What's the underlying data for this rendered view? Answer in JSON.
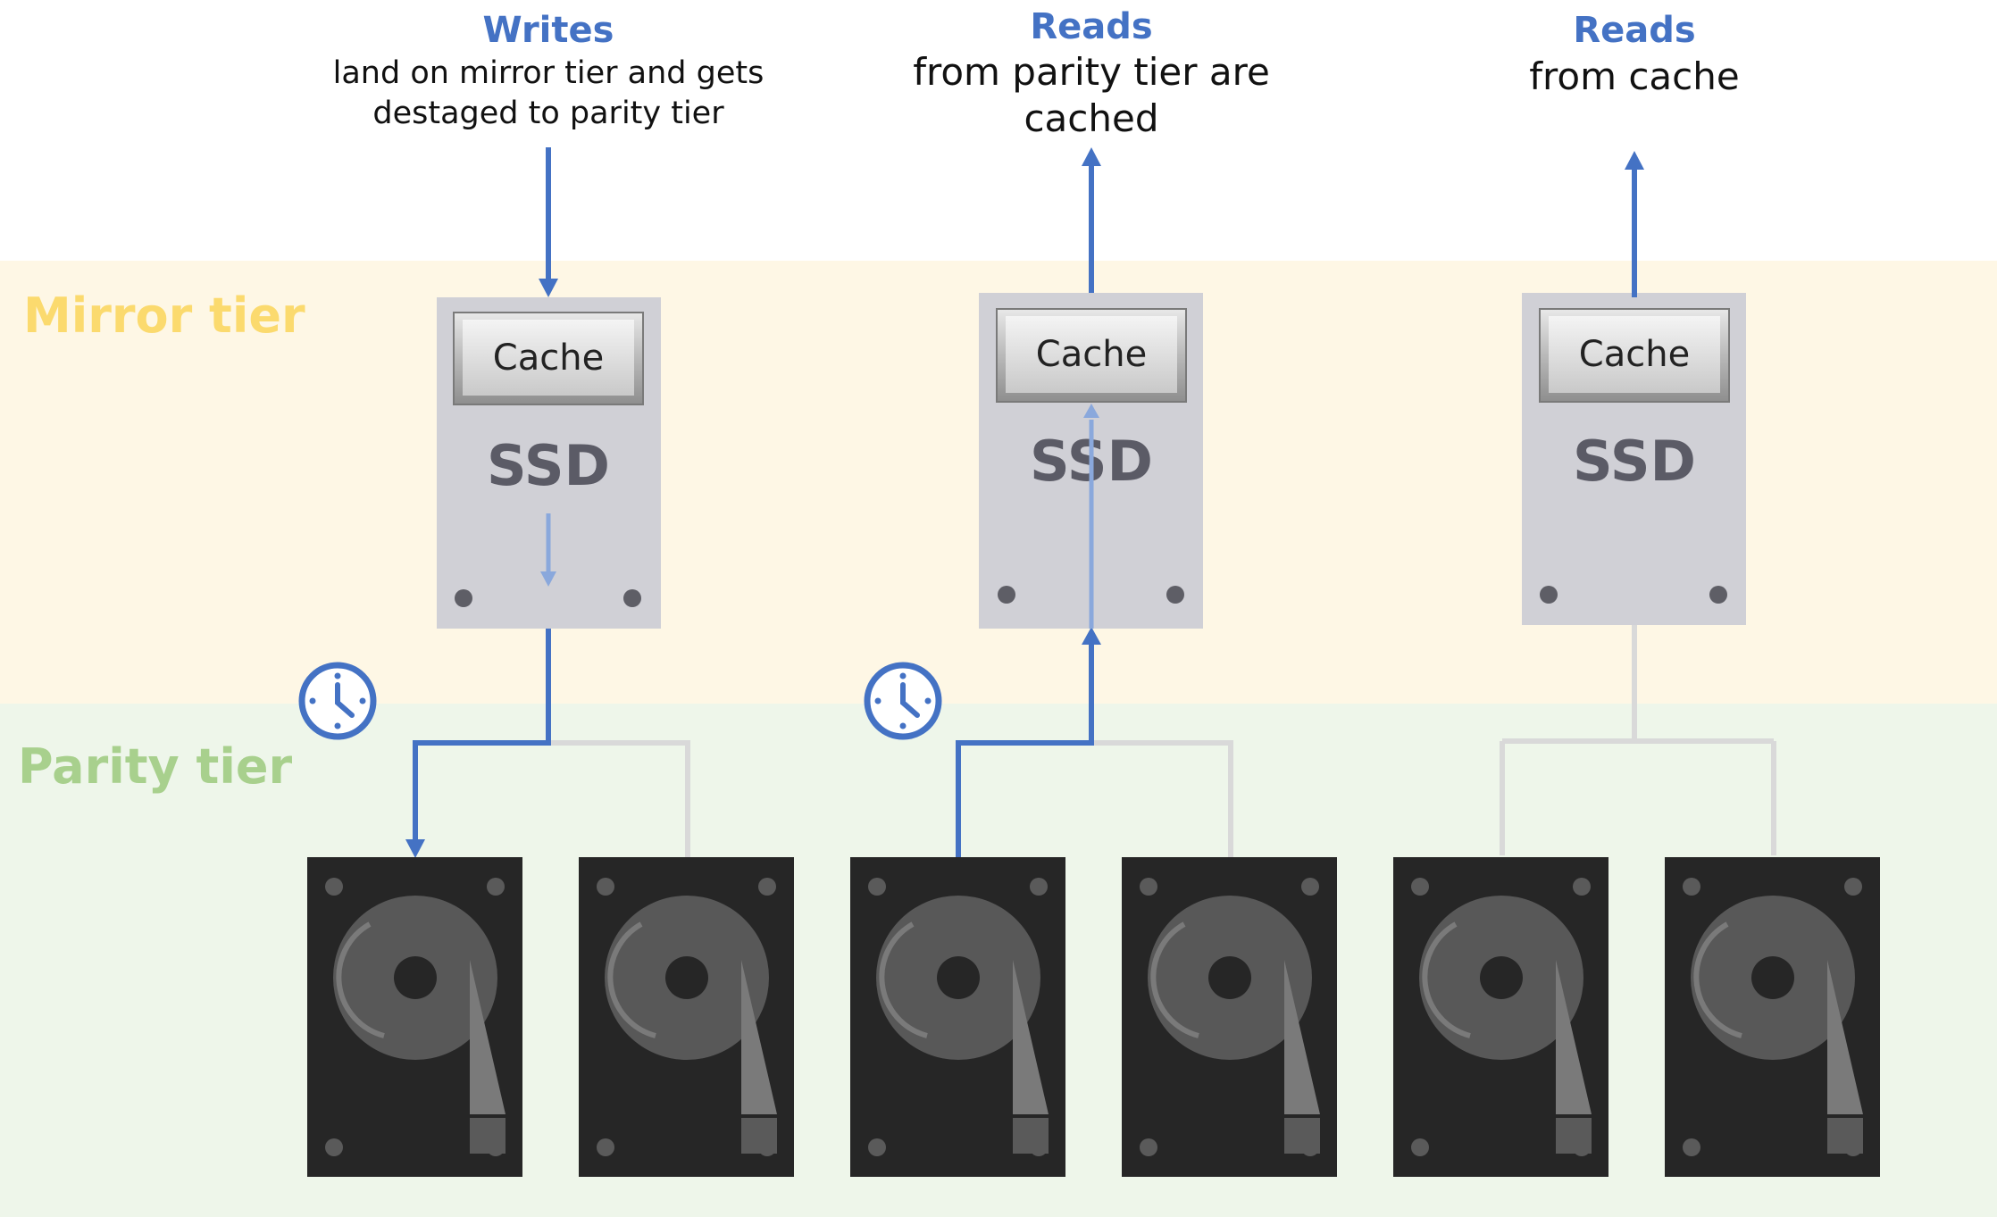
{
  "tiers": {
    "mirror_label": "Mirror tier",
    "parity_label": "Parity tier"
  },
  "columns": [
    {
      "heading": "Writes",
      "description_lines": [
        "land on mirror tier and gets",
        "destaged to parity tier"
      ],
      "ssd_label": "SSD",
      "cache_label": "Cache"
    },
    {
      "heading": "Reads",
      "description_lines": [
        "from parity tier are",
        "cached"
      ],
      "ssd_label": "SSD",
      "cache_label": "Cache"
    },
    {
      "heading": "Reads",
      "description_lines": [
        "from cache"
      ],
      "ssd_label": "SSD",
      "cache_label": "Cache"
    }
  ],
  "icons": {
    "clock": "clock-icon",
    "hdd": "hard-disk-icon"
  },
  "colors": {
    "accent_blue": "#4472c4",
    "mirror_band": "#fef7e5",
    "parity_band": "#eef6ea",
    "mirror_label": "#fbda6e",
    "parity_label": "#a8d08d"
  }
}
